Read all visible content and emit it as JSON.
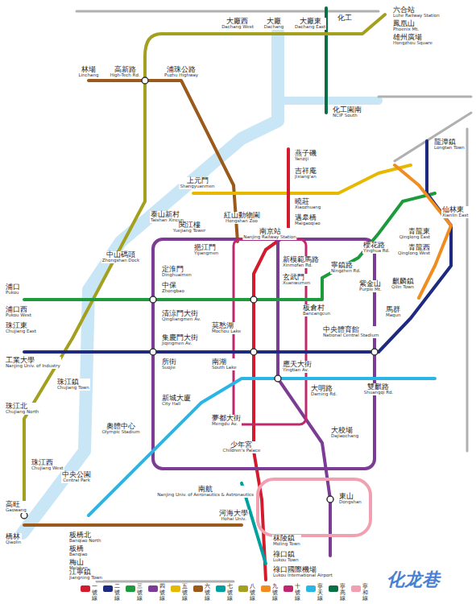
{
  "diagram": {
    "labels": [
      "六合站",
      "Luhe Railway Station",
      "鳳凰山",
      "Phoenix Mt.",
      "雄州廣場",
      "Hongzhou Square",
      "化工",
      "化工園南",
      "NCIP South",
      "大廠西",
      "Dachang West",
      "大廠",
      "Dachang",
      "大廠東",
      "Dachang East",
      "林場",
      "Linchang",
      "高新路",
      "High-Tech Rd.",
      "浦珠公路",
      "Puzhu Highway",
      "泰山新村",
      "Taishan Xincun",
      "燕子磯",
      "Yanziji",
      "吉祥庵",
      "Jixiang'an",
      "曉莊",
      "Xiaozhuang",
      "邁皋橋",
      "Maigaoqiao",
      "上元門",
      "Shangyuanmen",
      "紅山動物園",
      "Hongshan Zoo",
      "南京站",
      "Nanjing Railway Station",
      "新模範馬路",
      "Xinmofan Rd.",
      "玄武門",
      "Xuanwumen",
      "閱江樓",
      "Yuejiang Tower",
      "挹江門",
      "Yijiangmen",
      "中山碼頭",
      "Zhongshan Dock",
      "定淮門",
      "Dinghuaimen",
      "中保",
      "Zhongbao",
      "清涼門大街",
      "Qingliangmen Av.",
      "集慶門大街",
      "Jiqingmen Av.",
      "莫愁湖",
      "Mochou Lake",
      "所街",
      "Suojie",
      "南湖",
      "South Lake",
      "新城大廈",
      "City Hall",
      "夢都大街",
      "Mengdu Av.",
      "應天大街",
      "Yingtian Av.",
      "大明路",
      "Daming Rd.",
      "大校場",
      "Dajiaochang",
      "少年宮",
      "Children's Palace",
      "奧體中心",
      "Olympic Stadium",
      "中央公園",
      "Central Park",
      "浦口",
      "Pukou",
      "浦口西",
      "Pukou West",
      "珠江東",
      "Chujiang East",
      "工業大學",
      "Nanjing Univ. of Industry",
      "珠江鎮",
      "Chujiang Town",
      "珠江北",
      "Chujiang North",
      "珠江西",
      "Chujiang West",
      "高旺",
      "Gaowang",
      "橋林",
      "Qiaolin",
      "板橋北",
      "Banqiao North",
      "板橋",
      "Banqiao",
      "梅山",
      "Meishan",
      "江寧鎮",
      "Jiangning Town",
      "櫻花路",
      "Yinghua Rd.",
      "寧鎮路",
      "Ningzhen Rd.",
      "板倉村",
      "Bancangcun",
      "紫金山",
      "Purple Mt.",
      "馬群",
      "Maqun",
      "中央體育館",
      "National Central Stadium",
      "雙麒路",
      "Shuangqi Rd.",
      "龍潭鎮",
      "Longtan Town",
      "仙林東",
      "Xianlin East",
      "青龍東",
      "Qinglong East",
      "青龍西",
      "Qinglong West",
      "麒麟鎮",
      "Qilin Town",
      "南航",
      "Nanjing Univ. of Aeronautics & Astronautics",
      "河海大學",
      "Hohai Univ.",
      "東山",
      "Dongshan",
      "秣陵鎮",
      "Moling Town",
      "祿口鎮",
      "Lukou Town",
      "祿口國際機場",
      "Lukou International Airport",
      "化龙巷"
    ],
    "legend": [
      {
        "text": "一號線",
        "color": "#d21c2e"
      },
      {
        "text": "二號線",
        "color": "#1d2a80"
      },
      {
        "text": "三號線",
        "color": "#1d9b3c"
      },
      {
        "text": "四號線",
        "color": "#7c3b95"
      },
      {
        "text": "五號線",
        "color": "#e6b800"
      },
      {
        "text": "六號線",
        "color": "#9b5a1a"
      },
      {
        "text": "七號線",
        "color": "#00a0a0"
      },
      {
        "text": "八號線",
        "color": "#a3a020"
      },
      {
        "text": "九號線",
        "color": "#f08c20"
      },
      {
        "text": "十號線",
        "color": "#c0286e"
      },
      {
        "text": "寧天線",
        "color": "#29b6e6"
      },
      {
        "text": "寧高線",
        "color": "#0b6e45"
      },
      {
        "text": "寧和線",
        "color": "#f0a0b0"
      }
    ]
  }
}
